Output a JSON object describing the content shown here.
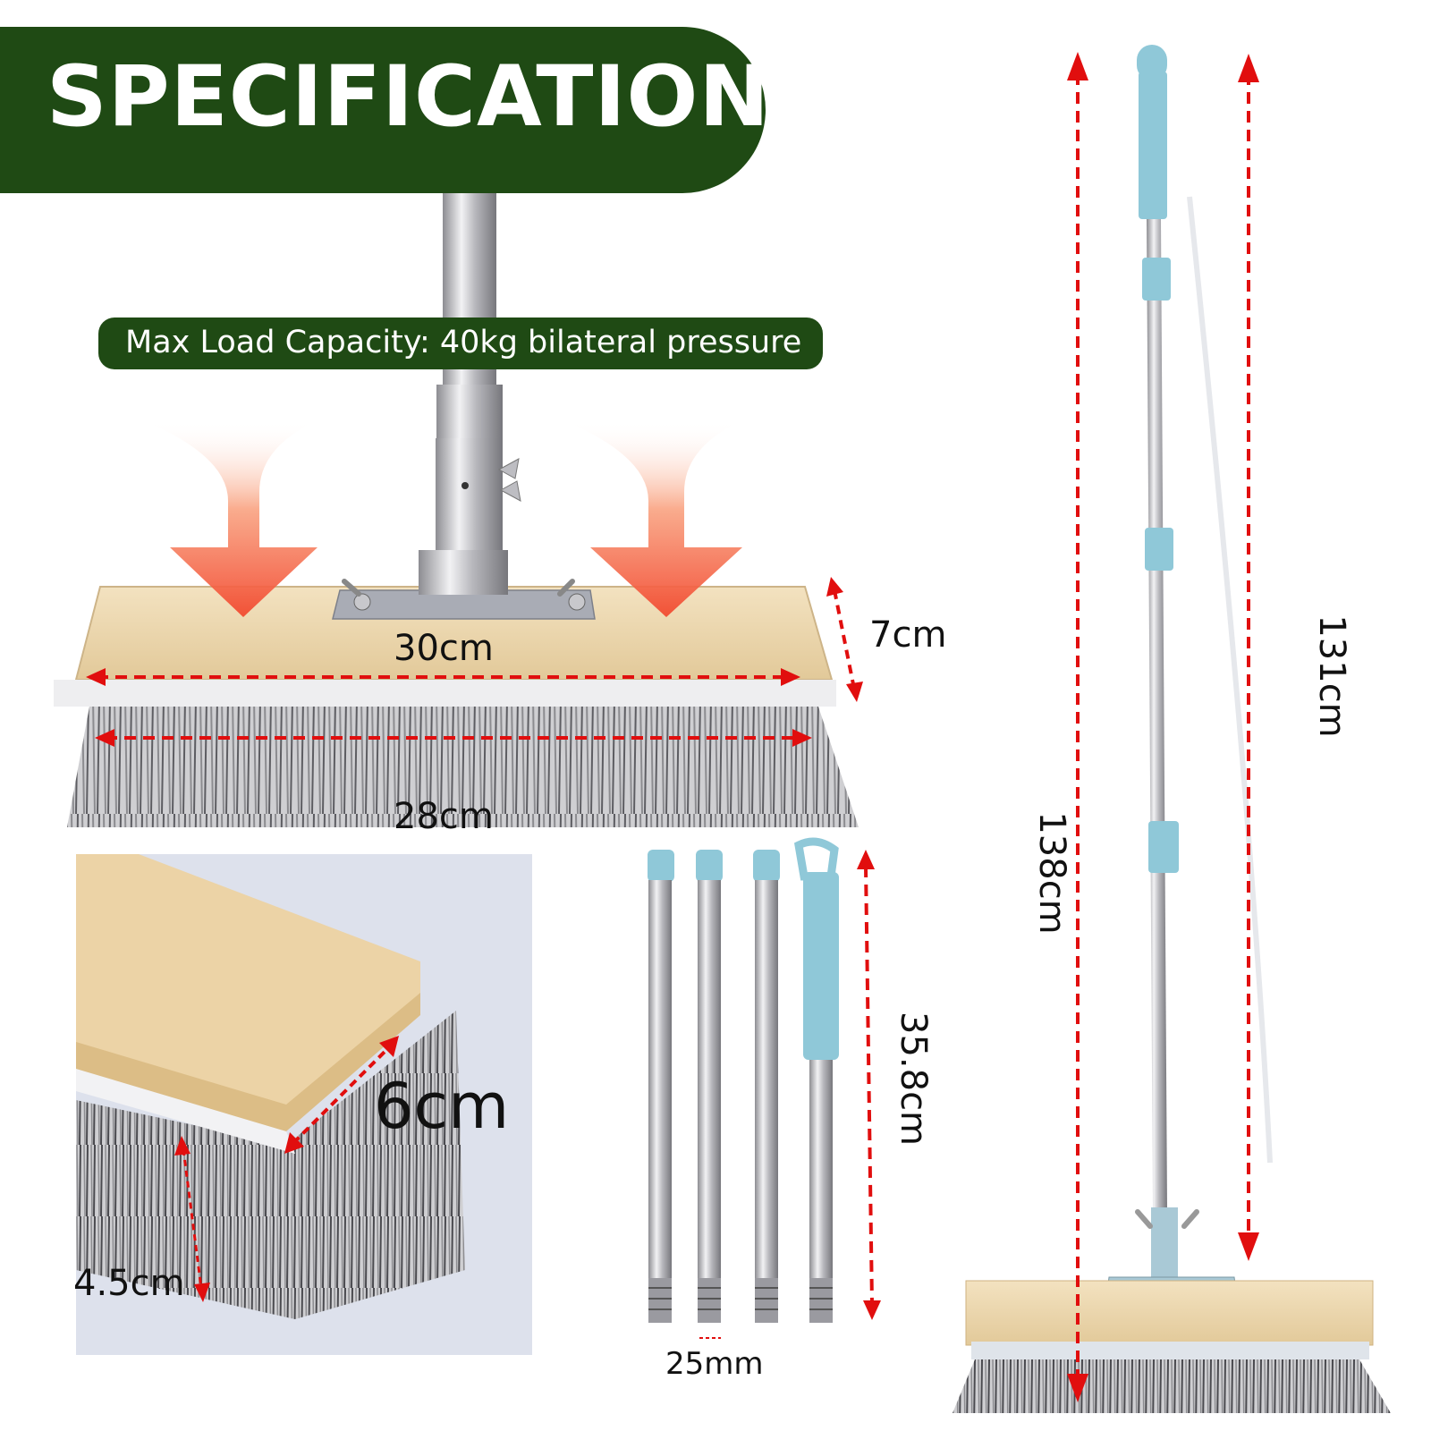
{
  "title": "SPECIFICATION",
  "load_note": "Max Load Capacity: 40kg bilateral pressure",
  "dimensions": {
    "head_length": "30cm",
    "head_height": "7cm",
    "bristle_length": "28cm",
    "bristle_width": "6cm",
    "bristle_height": "4.5cm",
    "pole_segment_length": "35.8cm",
    "pole_diameter": "25mm",
    "total_length": "138cm",
    "handle_length": "131cm"
  },
  "colors": {
    "banner": "#1f4a14",
    "arrow_red": "#e10e0e",
    "wood": "#ecd7ae",
    "handle_blue": "#8fc8d8",
    "steel": "#c9c9cc"
  }
}
